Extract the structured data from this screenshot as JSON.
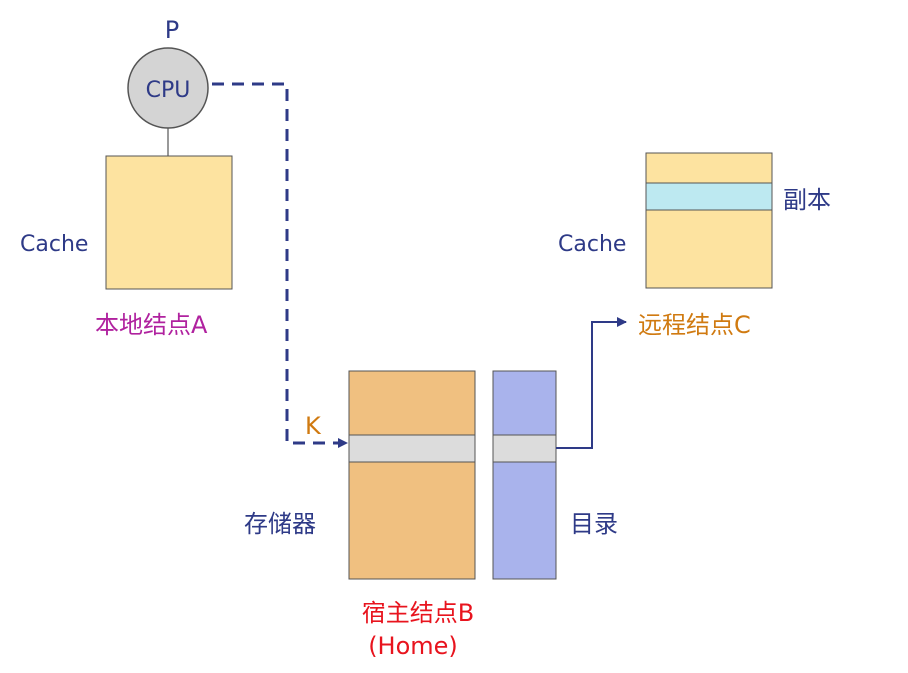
{
  "processor": {
    "label": "P",
    "cpu_label": "CPU"
  },
  "local_node": {
    "cache_label": "Cache",
    "name": "本地结点A"
  },
  "remote_node": {
    "cache_label": "Cache",
    "copy_label": "副本",
    "name": "远程结点C"
  },
  "home_node": {
    "memory_label": "存储器",
    "directory_label": "目录",
    "block_label": "K",
    "name": "宿主结点B",
    "subtitle": "(Home)"
  },
  "colors": {
    "text_navy": "#2e3a87",
    "local_name": "#b0229f",
    "remote_name": "#d07a10",
    "home_name": "#e8141e",
    "cache_fill": "#fde3a0",
    "memory_fill": "#f0c080",
    "directory_fill": "#a9b3ec",
    "copy_fill": "#bde9f1",
    "block_fill": "#dcdcdc",
    "cpu_fill": "#d4d4d4",
    "arrow": "#2e3a87"
  }
}
